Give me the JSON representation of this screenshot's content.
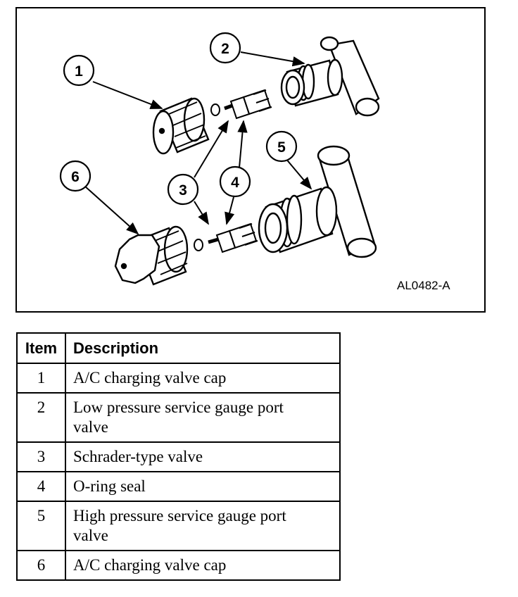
{
  "figure": {
    "id_label": "AL0482-A",
    "callouts": [
      {
        "num": "1",
        "name": "callout-1"
      },
      {
        "num": "2",
        "name": "callout-2"
      },
      {
        "num": "3",
        "name": "callout-3"
      },
      {
        "num": "4",
        "name": "callout-4"
      },
      {
        "num": "5",
        "name": "callout-5"
      },
      {
        "num": "6",
        "name": "callout-6"
      }
    ]
  },
  "legend": {
    "header_item": "Item",
    "header_description": "Description",
    "rows": [
      {
        "item": "1",
        "description": "A/C charging valve cap"
      },
      {
        "item": "2",
        "description": "Low pressure service gauge port valve"
      },
      {
        "item": "3",
        "description": "Schrader-type valve"
      },
      {
        "item": "4",
        "description": "O-ring seal"
      },
      {
        "item": "5",
        "description": "High pressure service gauge port valve"
      },
      {
        "item": "6",
        "description": "A/C charging valve cap"
      }
    ]
  }
}
